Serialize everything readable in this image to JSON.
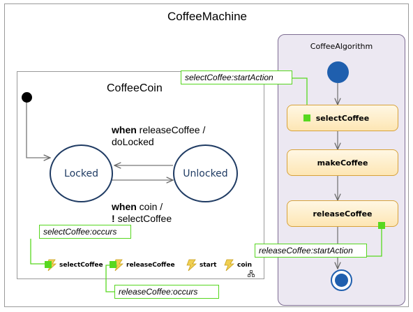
{
  "machine": {
    "title": "CoffeeMachine"
  },
  "coin": {
    "title": "CoffeeCoin",
    "states": {
      "locked": "Locked",
      "unlocked": "Unlocked"
    },
    "transition_top": {
      "kw": "when",
      "event": "releaseCoffee /",
      "action": "doLocked"
    },
    "transition_bottom": {
      "kw": "when",
      "event": "coin /",
      "prefix": "!",
      "action": "selectCoffee"
    },
    "events": [
      "selectCoffee",
      "releaseCoffee",
      "start",
      "coin"
    ]
  },
  "algorithm": {
    "title": "CoffeeAlgorithm",
    "actions": [
      "selectCoffee",
      "makeCoffee",
      "releaseCoffee"
    ]
  },
  "callouts": {
    "select_start": "selectCoffee:startAction",
    "select_occurs": "selectCoffee:occurs",
    "release_start": "releaseCoffee:startAction",
    "release_occurs": "releaseCoffee:occurs"
  },
  "colors": {
    "state_border": "#1f3b63",
    "highlight": "#57d81f",
    "action_border": "#d7a23a",
    "algo_bg": "#ece8f2"
  }
}
